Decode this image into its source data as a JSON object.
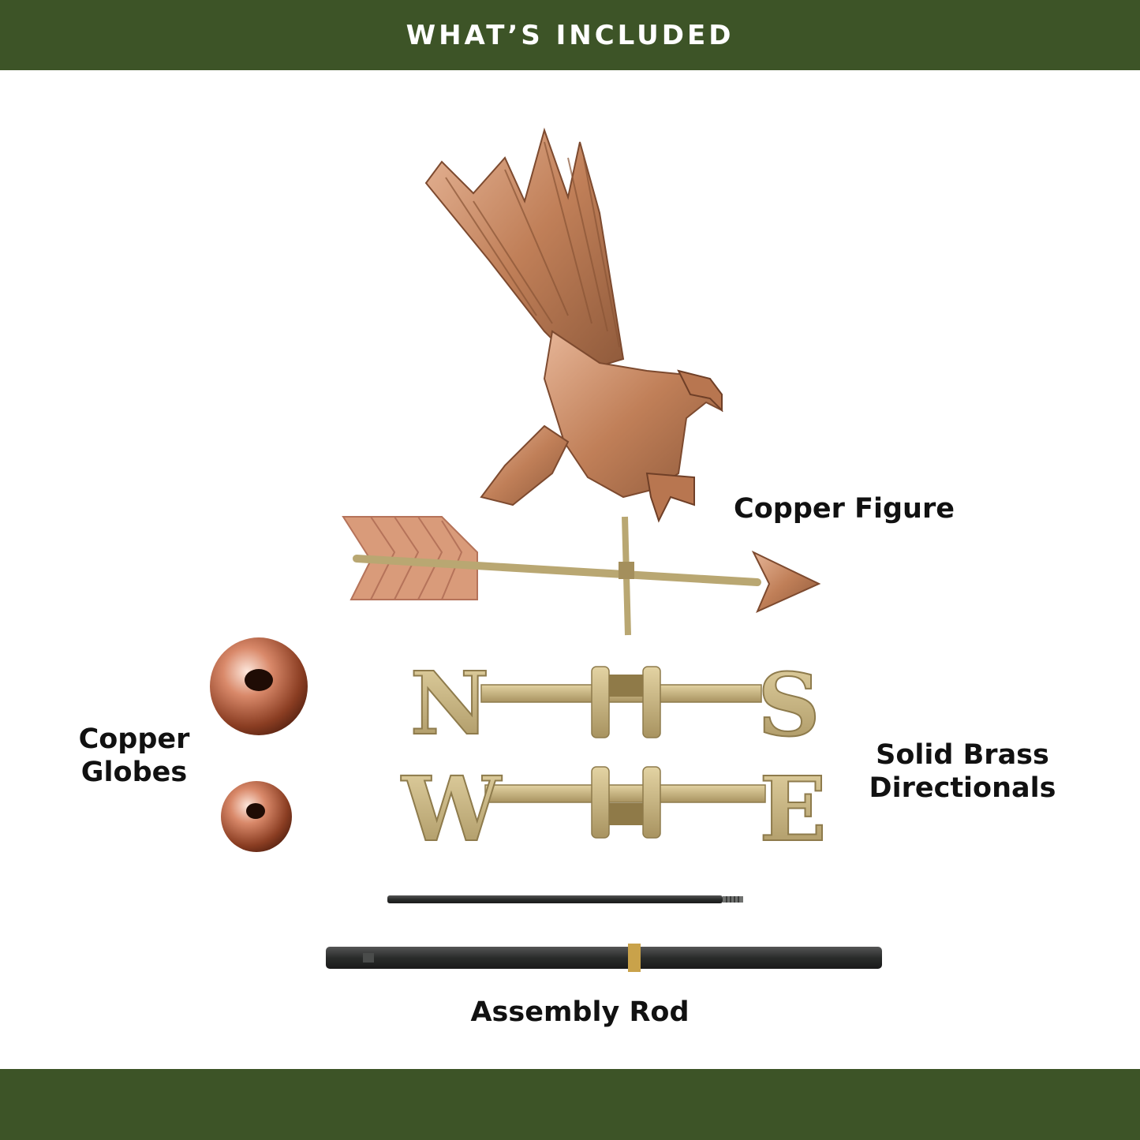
{
  "header": {
    "title": "WHAT’S INCLUDED"
  },
  "labels": {
    "copper_figure": "Copper Figure",
    "copper_globes": [
      "Copper",
      "Globes"
    ],
    "brass_directionals": [
      "Solid Brass",
      "Directionals"
    ],
    "assembly_rod": "Assembly Rod"
  },
  "directionals": {
    "north": "N",
    "south": "S",
    "west": "W",
    "east": "E"
  },
  "colors": {
    "banner": "#3d5427",
    "copper": "#c98a62",
    "brass": "#c9b783",
    "rod": "#2f3231"
  }
}
